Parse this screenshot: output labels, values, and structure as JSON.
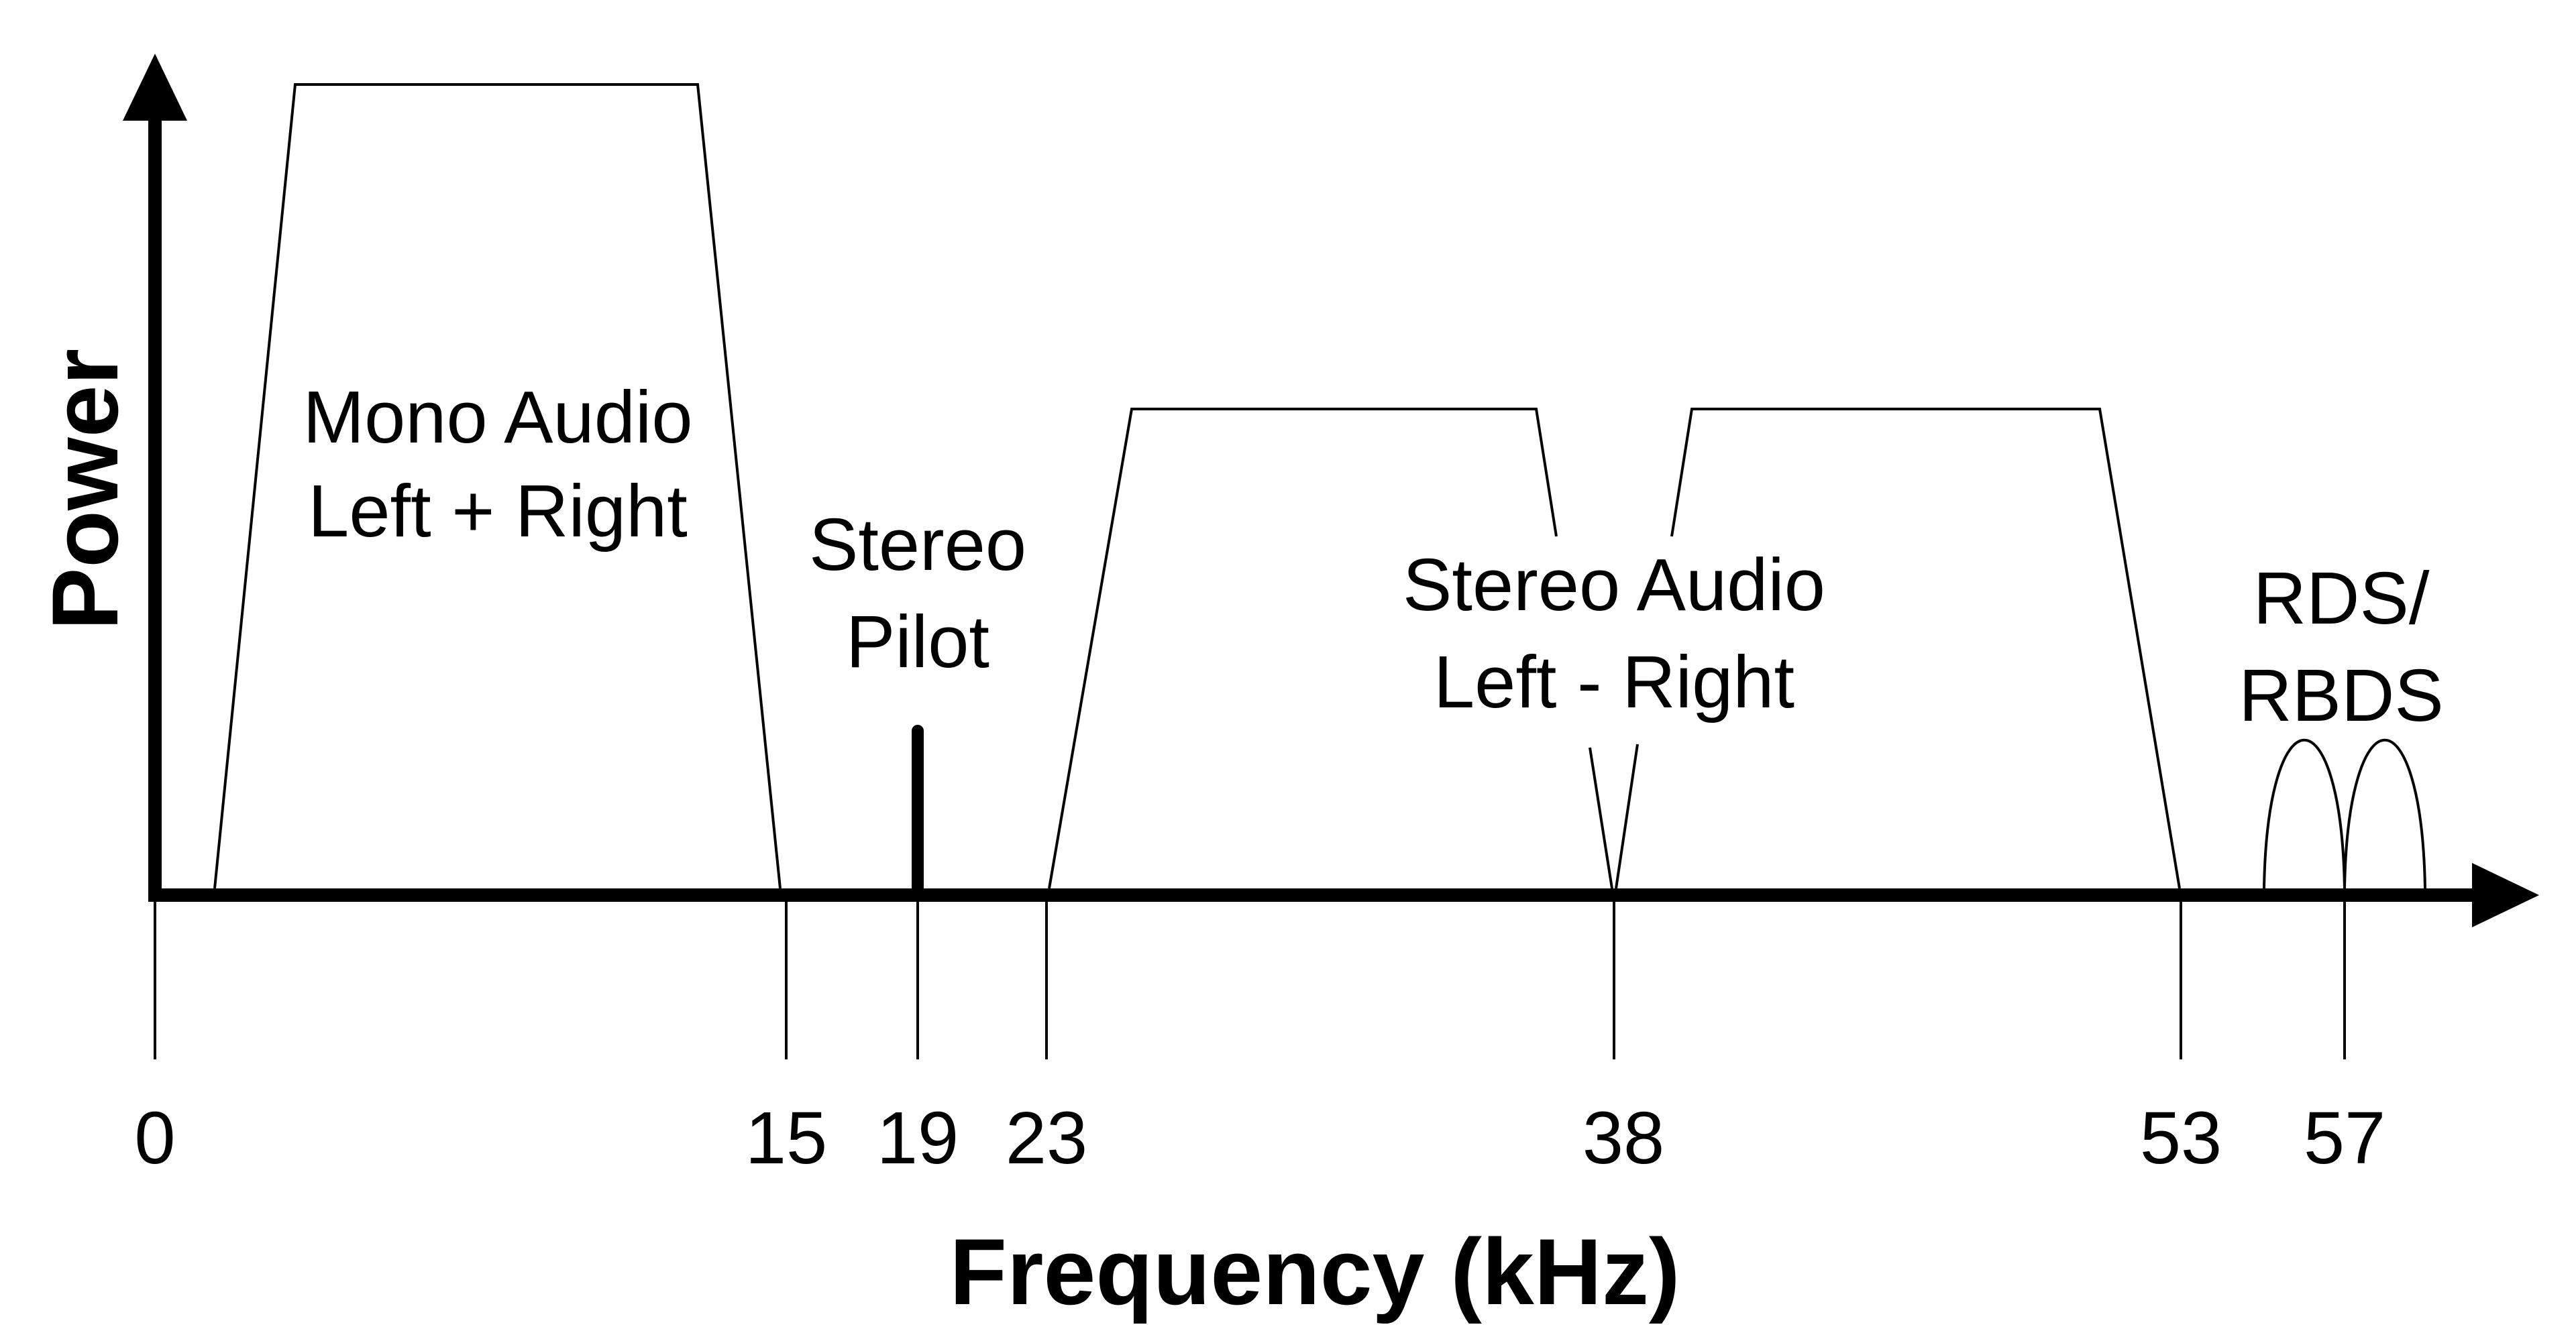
{
  "diagram": {
    "axes": {
      "x_title": "Frequency (kHz)",
      "y_title": "Power"
    },
    "ticks": [
      "0",
      "15",
      "19",
      "23",
      "38",
      "53",
      "57"
    ],
    "bands": {
      "mono": {
        "line1": "Mono Audio",
        "line2": "Left + Right"
      },
      "pilot": {
        "line1": "Stereo",
        "line2": "Pilot"
      },
      "stereo": {
        "line1": "Stereo Audio",
        "line2": "Left - Right"
      },
      "rds": {
        "line1": "RDS/",
        "line2": "RBDS"
      }
    },
    "colors": {
      "ink": "#000000",
      "background": "#ffffff"
    }
  }
}
